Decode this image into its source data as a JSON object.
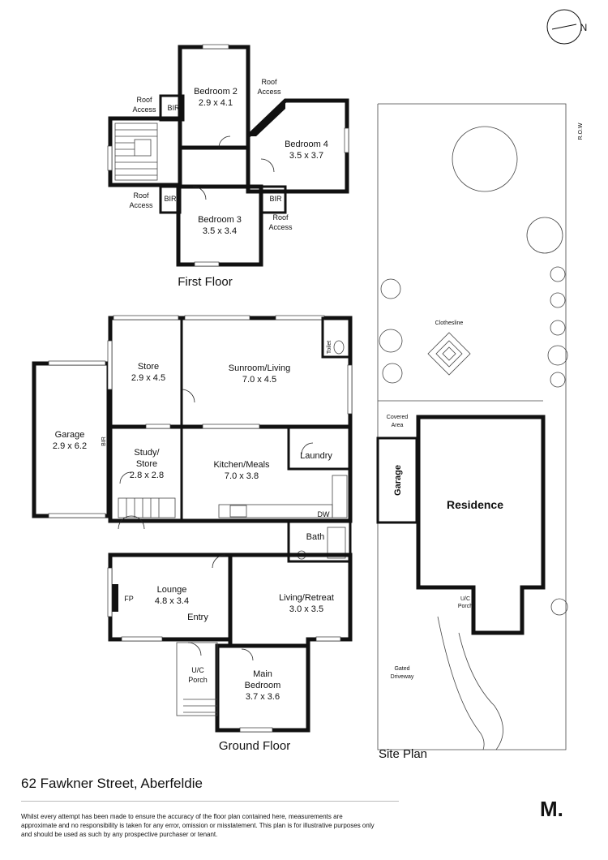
{
  "compass": {
    "label": "N"
  },
  "first_floor": {
    "title": "First Floor",
    "rooms": [
      {
        "name": "Bedroom 2",
        "size": "2.9 x 4.1"
      },
      {
        "name": "Bedroom 4",
        "size": "3.5 x 3.7"
      },
      {
        "name": "Bedroom 3",
        "size": "3.5 x 3.4"
      }
    ],
    "bir": "BIR",
    "roof_access_line1": "Roof",
    "roof_access_line2": "Access"
  },
  "ground_floor": {
    "title": "Ground Floor",
    "rooms": [
      {
        "name": "Garage",
        "size": "2.9 x 6.2"
      },
      {
        "name": "Store",
        "size": "2.9 x 4.5"
      },
      {
        "name": "Sunroom/Living",
        "size": "7.0 x 4.5"
      },
      {
        "name_line1": "Study/",
        "name_line2": "Store",
        "size": "2.8 x 2.8"
      },
      {
        "name": "Kitchen/Meals",
        "size": "7.0 x 3.8"
      },
      {
        "name": "Laundry"
      },
      {
        "name": "Bath"
      },
      {
        "name": "Lounge",
        "size": "4.8 x 3.4"
      },
      {
        "name": "Living/Retreat",
        "size": "3.0 x 3.5"
      },
      {
        "name_line1": "Main",
        "name_line2": "Bedroom",
        "size": "3.7 x 3.6"
      }
    ],
    "entry": "Entry",
    "fp": "FP",
    "dw": "DW",
    "toilet": "Toilet",
    "bir": "BIR",
    "porch_line1": "U/C",
    "porch_line2": "Porch"
  },
  "site_plan": {
    "title": "Site Plan",
    "residence": "Residence",
    "garage": "Garage",
    "clothesline": "Clothesline",
    "covered_area_line1": "Covered",
    "covered_area_line2": "Area",
    "gated_driveway_line1": "Gated",
    "gated_driveway_line2": "Driveway",
    "uc_porch_line1": "U/C",
    "uc_porch_line2": "Porch",
    "row": "R.O.W"
  },
  "footer": {
    "address": "62 Fawkner Street, Aberfeldie",
    "disclaimer": "Whilst every attempt has been made to ensure the accuracy of the floor plan contained here, measurements are approximate and no responsibility is taken for any error, omission or misstatement. This plan is for illustrative purposes only and should be used as such by any prospective purchaser or tenant.",
    "logo": "M."
  }
}
